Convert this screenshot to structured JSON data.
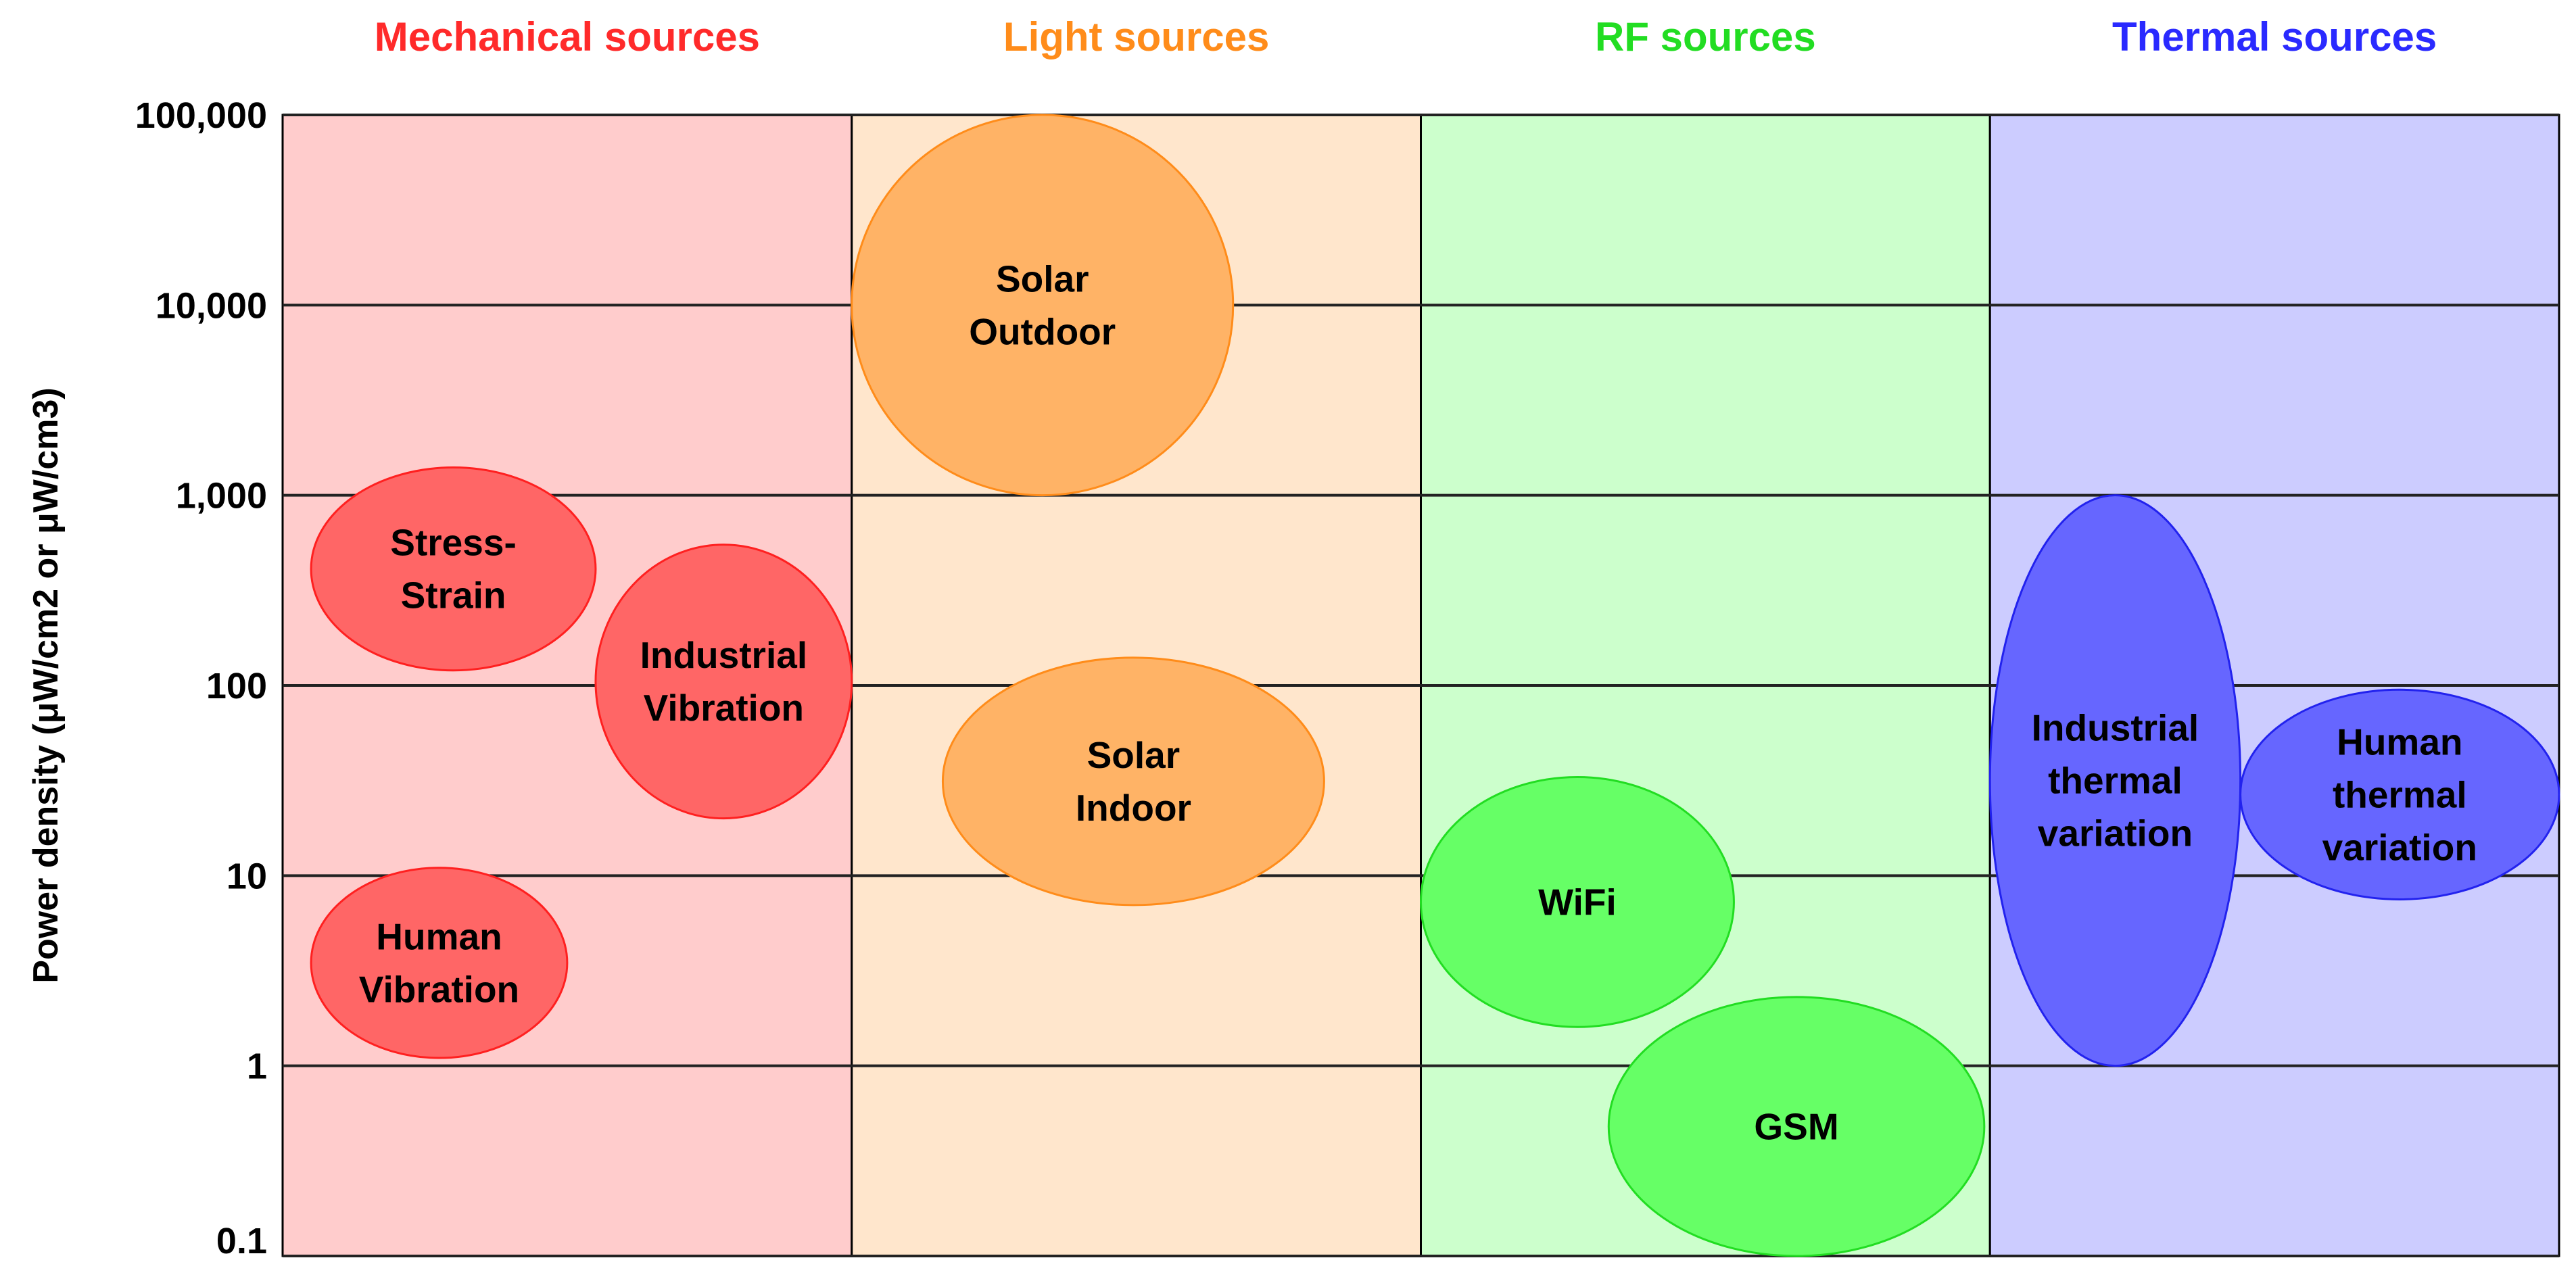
{
  "chart_data": {
    "type": "range-bubble",
    "ylabel": "Power density (μW/cm2 or μW/cm3)",
    "y_scale": "log",
    "ylim": [
      0.1,
      100000
    ],
    "y_ticks": [
      "100,000",
      "10,000",
      "1,000",
      "100",
      "10",
      "1",
      "0.1"
    ],
    "y_tick_values": [
      100000,
      10000,
      1000,
      100,
      10,
      1,
      0.1
    ],
    "categories": [
      {
        "name": "Mechanical sources",
        "title_color": "#ff2a2a",
        "fill": "#ffcccc"
      },
      {
        "name": "Light sources",
        "title_color": "#ff8c1a",
        "fill": "#ffe6cc"
      },
      {
        "name": "RF sources",
        "title_color": "#22dd22",
        "fill": "#ccffcc"
      },
      {
        "name": "Thermal sources",
        "title_color": "#2a2aff",
        "fill": "#ccccff"
      }
    ],
    "series": [
      {
        "name": "Stress-Strain",
        "lines": [
          "Stress-",
          "Strain"
        ],
        "category": 0,
        "y_range": [
          120,
          1400
        ],
        "fill": "#ff6666",
        "stroke": "#ff2020"
      },
      {
        "name": "Industrial Vibration",
        "lines": [
          "Industrial",
          "Vibration"
        ],
        "category": 0,
        "y_range": [
          20,
          550
        ],
        "fill": "#ff6666",
        "stroke": "#ff2020"
      },
      {
        "name": "Human Vibration",
        "lines": [
          "Human",
          "Vibration"
        ],
        "category": 0,
        "y_range": [
          1.1,
          11
        ],
        "fill": "#ff6666",
        "stroke": "#ff2020"
      },
      {
        "name": "Solar Outdoor",
        "lines": [
          "Solar",
          "Outdoor"
        ],
        "category": 1,
        "y_range": [
          1000,
          100000
        ],
        "fill": "#ffb366",
        "stroke": "#ff8c1a"
      },
      {
        "name": "Solar Indoor",
        "lines": [
          "Solar",
          "Indoor"
        ],
        "category": 1,
        "y_range": [
          7,
          140
        ],
        "fill": "#ffb366",
        "stroke": "#ff8c1a"
      },
      {
        "name": "WiFi",
        "lines": [
          "WiFi"
        ],
        "category": 2,
        "y_range": [
          1.6,
          33
        ],
        "fill": "#66ff66",
        "stroke": "#22dd22"
      },
      {
        "name": "GSM",
        "lines": [
          "GSM"
        ],
        "category": 2,
        "y_range": [
          0.1,
          2.3
        ],
        "fill": "#66ff66",
        "stroke": "#22dd22"
      },
      {
        "name": "Industrial thermal variation",
        "lines": [
          "Industrial",
          "thermal",
          "variation"
        ],
        "category": 3,
        "y_range": [
          1,
          1000
        ],
        "fill": "#6666ff",
        "stroke": "#2222ee"
      },
      {
        "name": "Human thermal variation",
        "lines": [
          "Human",
          "thermal",
          "variation"
        ],
        "category": 3,
        "y_range": [
          7.5,
          95
        ],
        "fill": "#6666ff",
        "stroke": "#2222ee"
      }
    ]
  }
}
